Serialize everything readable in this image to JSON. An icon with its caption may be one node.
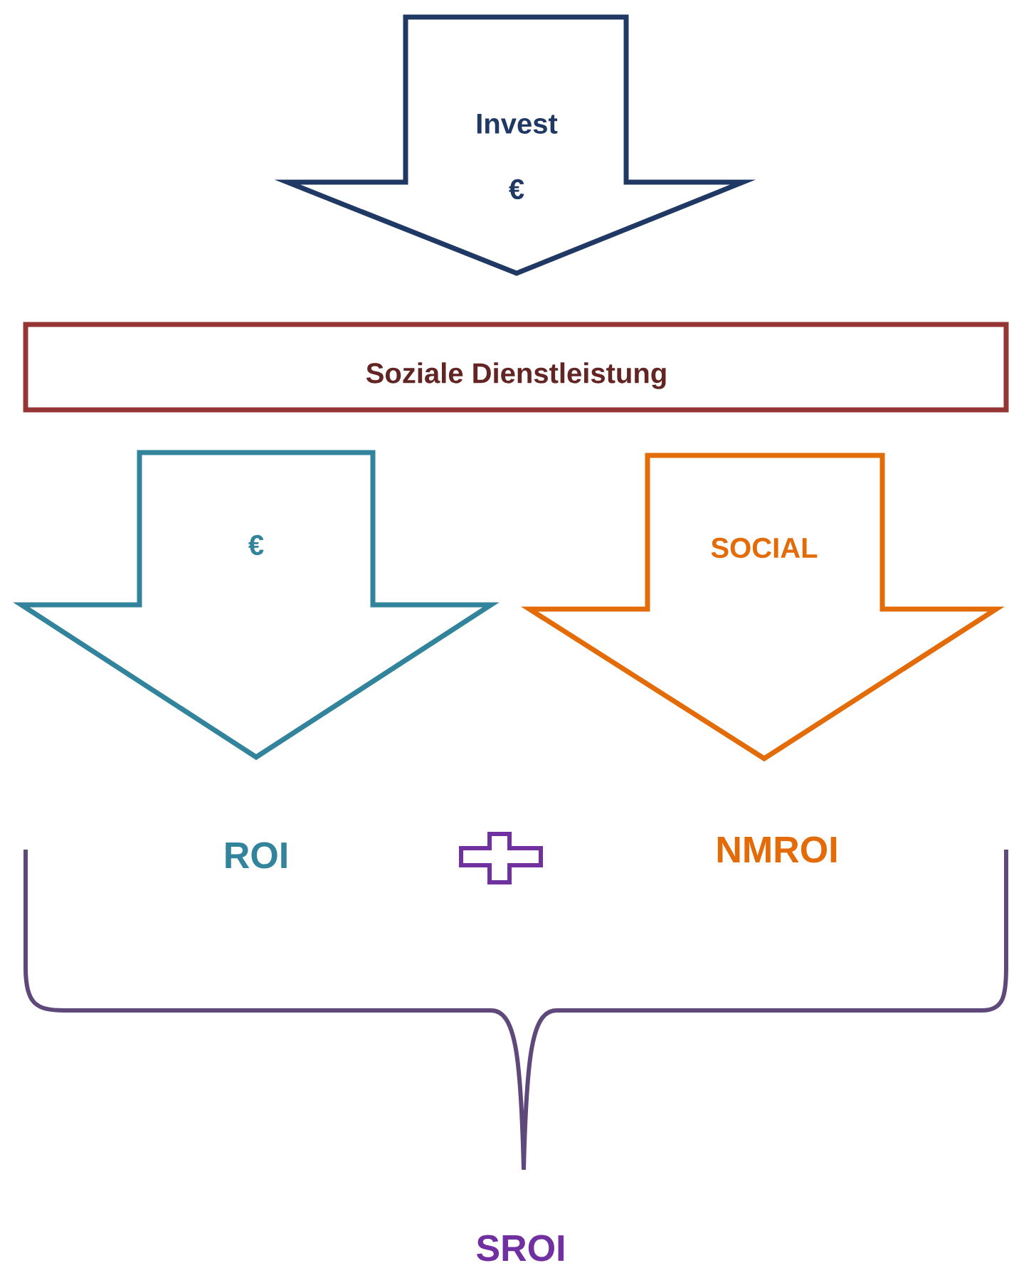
{
  "diagram": {
    "nodes": [
      {
        "text": [
          "Invest",
          "€"
        ]
      },
      {
        "text": [
          "Soziale Dienstleistung"
        ]
      },
      {
        "text": [
          "€"
        ]
      },
      {
        "text": [
          "SOCIAL"
        ]
      }
    ],
    "labels": [
      "ROI",
      "NMROI",
      "SROI"
    ]
  }
}
